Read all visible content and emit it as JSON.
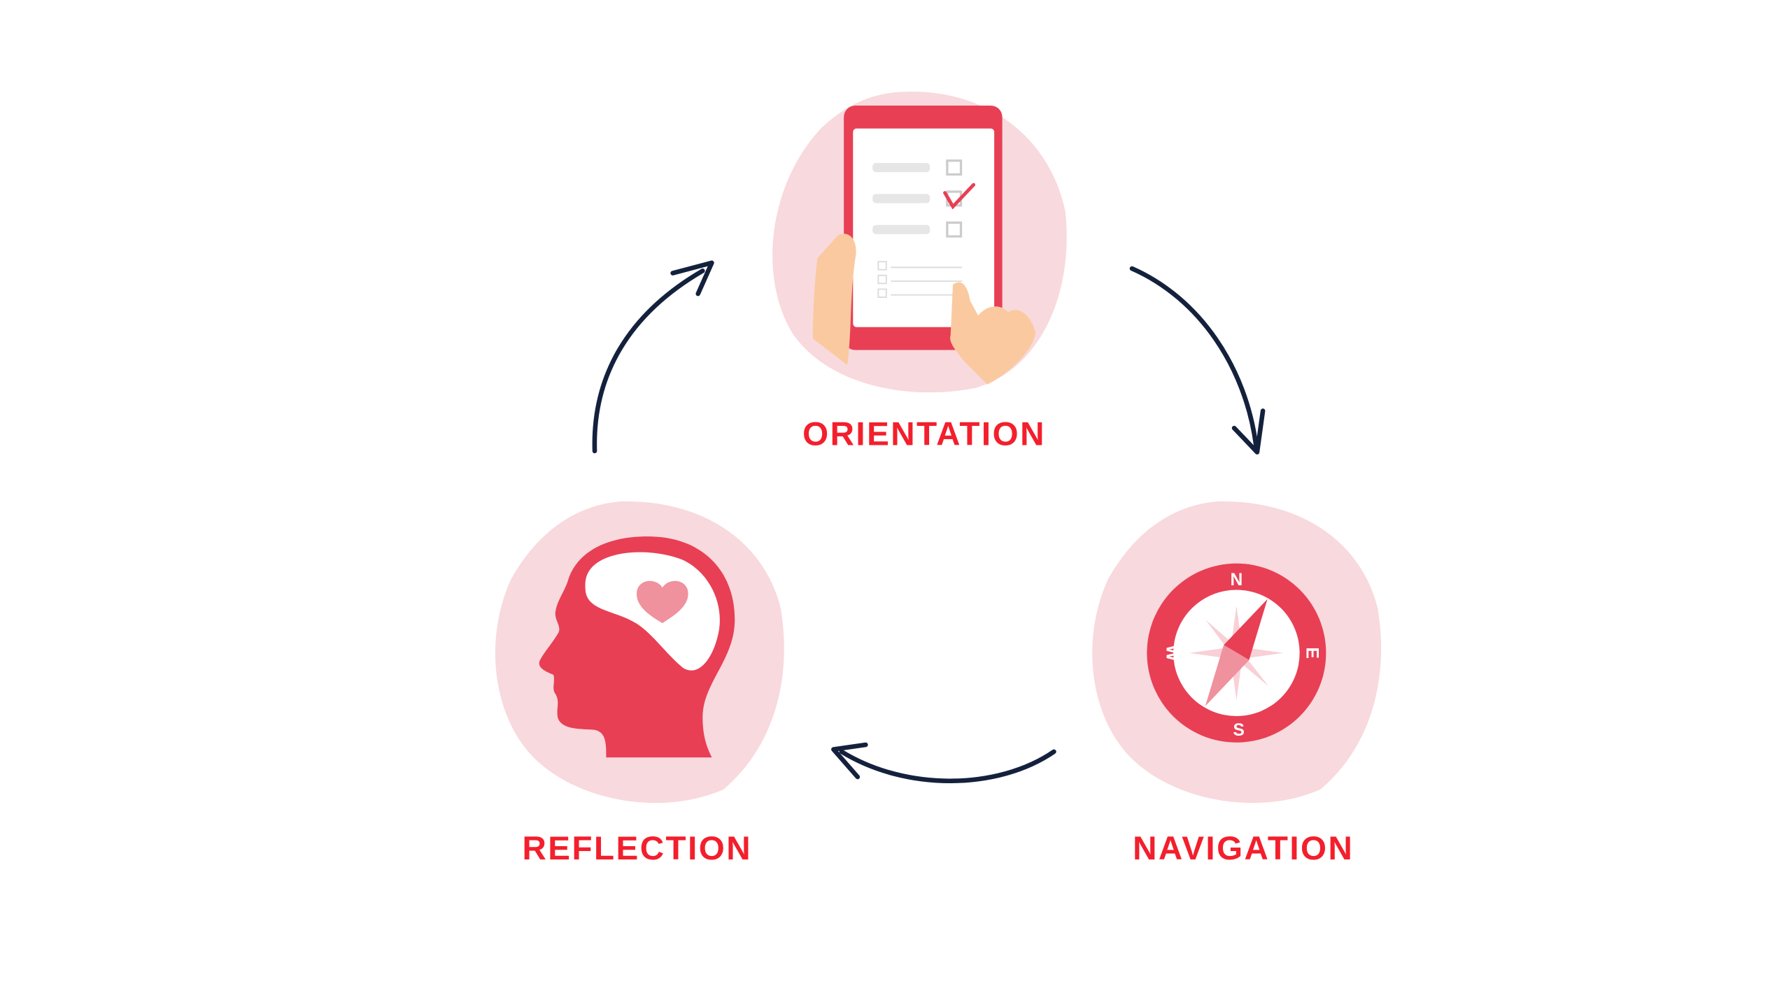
{
  "colors": {
    "accent": "#e83f55",
    "label": "#f31f2c",
    "blob": "#f8d9dd",
    "arrow": "#14213d",
    "skin": "#fbc9a0"
  },
  "stages": {
    "orientation": {
      "label": "ORIENTATION",
      "icon": "tablet-checklist-icon"
    },
    "navigation": {
      "label": "NAVIGATION",
      "icon": "compass-icon"
    },
    "reflection": {
      "label": "REFLECTION",
      "icon": "head-heart-icon"
    }
  },
  "compass": {
    "n": "N",
    "e": "E",
    "s": "S",
    "w": "W"
  }
}
